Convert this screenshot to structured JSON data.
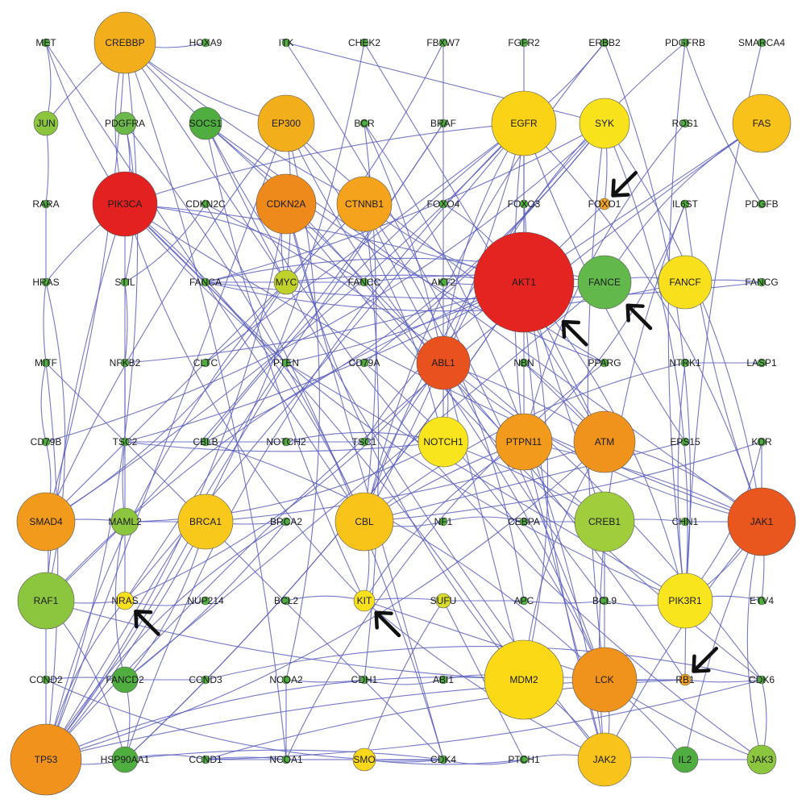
{
  "nodes": [
    {
      "id": "MET",
      "label": "MET",
      "color": "#4fae3f"
    },
    {
      "id": "CREBBP",
      "label": "CREBBP",
      "color": "#f3ae1c"
    },
    {
      "id": "HOXA9",
      "label": "HOXA9",
      "color": "#4fae3f"
    },
    {
      "id": "ITK",
      "label": "ITK",
      "color": "#4fae3f"
    },
    {
      "id": "CHEK2",
      "label": "CHEK2",
      "color": "#4fae3f"
    },
    {
      "id": "FBXW7",
      "label": "FBXW7",
      "color": "#4fae3f"
    },
    {
      "id": "FGFR2",
      "label": "FGFR2",
      "color": "#4fae3f"
    },
    {
      "id": "ERBB2",
      "label": "ERBB2",
      "color": "#4fae3f"
    },
    {
      "id": "PDGFRB",
      "label": "PDGFRB",
      "color": "#4fae3f"
    },
    {
      "id": "SMARCA4",
      "label": "SMARCA4",
      "color": "#4fae3f"
    },
    {
      "id": "JUN",
      "label": "JUN",
      "color": "#8cc63f"
    },
    {
      "id": "PDGFRA",
      "label": "PDGFRA",
      "color": "#6cb84a"
    },
    {
      "id": "SOCS1",
      "label": "SOCS1",
      "color": "#4fae3f"
    },
    {
      "id": "EP300",
      "label": "EP300",
      "color": "#f3ae1c"
    },
    {
      "id": "BCR",
      "label": "BCR",
      "color": "#4fae3f"
    },
    {
      "id": "BRAF",
      "label": "BRAF",
      "color": "#4fae3f"
    },
    {
      "id": "EGFR",
      "label": "EGFR",
      "color": "#fbd316"
    },
    {
      "id": "SYK",
      "label": "SYK",
      "color": "#f7e21c"
    },
    {
      "id": "ROS1",
      "label": "ROS1",
      "color": "#4fae3f"
    },
    {
      "id": "FAS",
      "label": "FAS",
      "color": "#f8c21a"
    },
    {
      "id": "RARA",
      "label": "RARA",
      "color": "#4fae3f"
    },
    {
      "id": "PIK3CA",
      "label": "PIK3CA",
      "color": "#e32120"
    },
    {
      "id": "CDKN2C",
      "label": "CDKN2C",
      "color": "#4fae3f"
    },
    {
      "id": "CDKN2A",
      "label": "CDKN2A",
      "color": "#ee8a1c"
    },
    {
      "id": "CTNNB1",
      "label": "CTNNB1",
      "color": "#f5a21c"
    },
    {
      "id": "FOXO4",
      "label": "FOXO4",
      "color": "#4fae3f"
    },
    {
      "id": "FOXO3",
      "label": "FOXO3",
      "color": "#4fae3f"
    },
    {
      "id": "FOXO1",
      "label": "FOXO1",
      "color": "#f2a51c"
    },
    {
      "id": "IL6ST",
      "label": "IL6ST",
      "color": "#4fae3f"
    },
    {
      "id": "PDGFB",
      "label": "PDGFB",
      "color": "#4fae3f"
    },
    {
      "id": "HRAS",
      "label": "HRAS",
      "color": "#4fae3f"
    },
    {
      "id": "STIL",
      "label": "STIL",
      "color": "#4fae3f"
    },
    {
      "id": "FANCA",
      "label": "FANCA",
      "color": "#4fae3f"
    },
    {
      "id": "MYC",
      "label": "MYC",
      "color": "#bfd22c"
    },
    {
      "id": "FANCC",
      "label": "FANCC",
      "color": "#4fae3f"
    },
    {
      "id": "AKT2",
      "label": "AKT2",
      "color": "#4fae3f"
    },
    {
      "id": "AKT1",
      "label": "AKT1",
      "color": "#e42421"
    },
    {
      "id": "FANCE",
      "label": "FANCE",
      "color": "#62b84a"
    },
    {
      "id": "FANCF",
      "label": "FANCF",
      "color": "#f8e01c"
    },
    {
      "id": "FANCG",
      "label": "FANCG",
      "color": "#4fae3f"
    },
    {
      "id": "MITF",
      "label": "MITF",
      "color": "#4fae3f"
    },
    {
      "id": "NFKB2",
      "label": "NFKB2",
      "color": "#4fae3f"
    },
    {
      "id": "CLTC",
      "label": "CLTC",
      "color": "#4fae3f"
    },
    {
      "id": "PTEN",
      "label": "PTEN",
      "color": "#4fae3f"
    },
    {
      "id": "CD79A",
      "label": "CD79A",
      "color": "#4fae3f"
    },
    {
      "id": "ABL1",
      "label": "ABL1",
      "color": "#e9521f"
    },
    {
      "id": "NBN",
      "label": "NBN",
      "color": "#4fae3f"
    },
    {
      "id": "PPARG",
      "label": "PPARG",
      "color": "#4fae3f"
    },
    {
      "id": "NTRK1",
      "label": "NTRK1",
      "color": "#4fae3f"
    },
    {
      "id": "LASP1",
      "label": "LASP1",
      "color": "#4fae3f"
    },
    {
      "id": "CD79B",
      "label": "CD79B",
      "color": "#4fae3f"
    },
    {
      "id": "TSC2",
      "label": "TSC2",
      "color": "#4fae3f"
    },
    {
      "id": "CBLB",
      "label": "CBLB",
      "color": "#4fae3f"
    },
    {
      "id": "NOTCH2",
      "label": "NOTCH2",
      "color": "#4fae3f"
    },
    {
      "id": "TSC1",
      "label": "TSC1",
      "color": "#4fae3f"
    },
    {
      "id": "NOTCH1",
      "label": "NOTCH1",
      "color": "#f9e51e"
    },
    {
      "id": "PTPN11",
      "label": "PTPN11",
      "color": "#f19a1c"
    },
    {
      "id": "ATM",
      "label": "ATM",
      "color": "#f0931c"
    },
    {
      "id": "EPS15",
      "label": "EPS15",
      "color": "#4fae3f"
    },
    {
      "id": "KDR",
      "label": "KDR",
      "color": "#4fae3f"
    },
    {
      "id": "SMAD4",
      "label": "SMAD4",
      "color": "#f19a1c"
    },
    {
      "id": "MAML2",
      "label": "MAML2",
      "color": "#8cc63f"
    },
    {
      "id": "BRCA1",
      "label": "BRCA1",
      "color": "#f8c81a"
    },
    {
      "id": "BRCA2",
      "label": "BRCA2",
      "color": "#4fae3f"
    },
    {
      "id": "CBL",
      "label": "CBL",
      "color": "#f8c41a"
    },
    {
      "id": "NF1",
      "label": "NF1",
      "color": "#4fae3f"
    },
    {
      "id": "CEBPA",
      "label": "CEBPA",
      "color": "#4fae3f"
    },
    {
      "id": "CREB1",
      "label": "CREB1",
      "color": "#9fcd3b"
    },
    {
      "id": "CHN1",
      "label": "CHN1",
      "color": "#4fae3f"
    },
    {
      "id": "JAK1",
      "label": "JAK1",
      "color": "#e9571f"
    },
    {
      "id": "RAF1",
      "label": "RAF1",
      "color": "#8cc63f"
    },
    {
      "id": "NRAS",
      "label": "NRAS",
      "color": "#f9e01c"
    },
    {
      "id": "NUP214",
      "label": "NUP214",
      "color": "#4fae3f"
    },
    {
      "id": "BCL2",
      "label": "BCL2",
      "color": "#4fae3f"
    },
    {
      "id": "KIT",
      "label": "KIT",
      "color": "#f9e01c"
    },
    {
      "id": "SUFU",
      "label": "SUFU",
      "color": "#d8dc2a"
    },
    {
      "id": "APC",
      "label": "APC",
      "color": "#4fae3f"
    },
    {
      "id": "BCL9",
      "label": "BCL9",
      "color": "#4fae3f"
    },
    {
      "id": "PIK3R1",
      "label": "PIK3R1",
      "color": "#f9e51e"
    },
    {
      "id": "ETV4",
      "label": "ETV4",
      "color": "#4fae3f"
    },
    {
      "id": "CCND2",
      "label": "CCND2",
      "color": "#4fae3f"
    },
    {
      "id": "FANCD2",
      "label": "FANCD2",
      "color": "#4fae3f"
    },
    {
      "id": "CCND3",
      "label": "CCND3",
      "color": "#4fae3f"
    },
    {
      "id": "NCOA2",
      "label": "NCOA2",
      "color": "#4fae3f"
    },
    {
      "id": "CDH1",
      "label": "CDH1",
      "color": "#4fae3f"
    },
    {
      "id": "ABI1",
      "label": "ABI1",
      "color": "#4fae3f"
    },
    {
      "id": "MDM2",
      "label": "MDM2",
      "color": "#fbd916"
    },
    {
      "id": "LCK",
      "label": "LCK",
      "color": "#f0931c"
    },
    {
      "id": "RB1",
      "label": "RB1",
      "color": "#f2a51c"
    },
    {
      "id": "CDK6",
      "label": "CDK6",
      "color": "#4fae3f"
    },
    {
      "id": "TP53",
      "label": "TP53",
      "color": "#f0921c"
    },
    {
      "id": "HSP90AA1",
      "label": "HSP90AA1",
      "color": "#4fae3f"
    },
    {
      "id": "CCND1",
      "label": "CCND1",
      "color": "#4fae3f"
    },
    {
      "id": "NCOA1",
      "label": "NCOA1",
      "color": "#4fae3f"
    },
    {
      "id": "SMO",
      "label": "SMO",
      "color": "#f9d81c"
    },
    {
      "id": "CDK4",
      "label": "CDK4",
      "color": "#4fae3f"
    },
    {
      "id": "PTCH1",
      "label": "PTCH1",
      "color": "#4fae3f"
    },
    {
      "id": "JAK2",
      "label": "JAK2",
      "color": "#f8c31a"
    },
    {
      "id": "IL2",
      "label": "IL2",
      "color": "#4fae3f"
    },
    {
      "id": "JAK3",
      "label": "JAK3",
      "color": "#8cc63f"
    }
  ],
  "edges": [
    [
      "MET",
      "JUN"
    ],
    [
      "JUN",
      "RARA"
    ],
    [
      "RARA",
      "HRAS"
    ],
    [
      "HRAS",
      "MITF"
    ],
    [
      "MITF",
      "CD79B"
    ],
    [
      "CD79B",
      "SMAD4"
    ],
    [
      "SMAD4",
      "RAF1"
    ],
    [
      "RAF1",
      "TP53"
    ],
    [
      "CREBBP",
      "JUN"
    ],
    [
      "CREBBP",
      "PIK3CA"
    ],
    [
      "CREBBP",
      "TP53"
    ],
    [
      "CREBBP",
      "SMAD4"
    ],
    [
      "CREBBP",
      "MYC"
    ],
    [
      "CREBBP",
      "CTNNB1"
    ],
    [
      "CREBBP",
      "EP300"
    ],
    [
      "PDGFRA",
      "STIL"
    ],
    [
      "STIL",
      "NFKB2"
    ],
    [
      "NFKB2",
      "TSC2"
    ],
    [
      "TSC2",
      "MAML2"
    ],
    [
      "MAML2",
      "FANCD2"
    ],
    [
      "FANCD2",
      "HSP90AA1"
    ],
    [
      "PIK3CA",
      "AKT1"
    ],
    [
      "PIK3CA",
      "PTEN"
    ],
    [
      "PIK3CA",
      "RAF1"
    ],
    [
      "PIK3CA",
      "KIT"
    ],
    [
      "PIK3CA",
      "CBL"
    ],
    [
      "PIK3CA",
      "EGFR"
    ],
    [
      "PIK3CA",
      "NRAS"
    ],
    [
      "PIK3CA",
      "JAK1"
    ],
    [
      "PIK3CA",
      "PIK3R1"
    ],
    [
      "PIK3CA",
      "FANCC"
    ],
    [
      "PIK3CA",
      "MDM2"
    ],
    [
      "EP300",
      "TP53"
    ],
    [
      "EP300",
      "SMAD4"
    ],
    [
      "EP300",
      "CREB1"
    ],
    [
      "EP300",
      "NOTCH1"
    ],
    [
      "EP300",
      "MYC"
    ],
    [
      "SOCS1",
      "JAK1"
    ],
    [
      "SOCS1",
      "JAK2"
    ],
    [
      "SOCS1",
      "JAK3"
    ],
    [
      "SOCS1",
      "LCK"
    ],
    [
      "EGFR",
      "CBL"
    ],
    [
      "EGFR",
      "AKT1"
    ],
    [
      "EGFR",
      "PTPN11"
    ],
    [
      "EGFR",
      "ABL1"
    ],
    [
      "EGFR",
      "JAK1"
    ],
    [
      "EGFR",
      "SMAD4"
    ],
    [
      "EGFR",
      "NRAS"
    ],
    [
      "SYK",
      "LCK"
    ],
    [
      "SYK",
      "CBL"
    ],
    [
      "SYK",
      "PIK3R1"
    ],
    [
      "SYK",
      "FANCA"
    ],
    [
      "FAS",
      "AKT1"
    ],
    [
      "FAS",
      "TP53"
    ],
    [
      "CDKN2A",
      "MDM2"
    ],
    [
      "CDKN2A",
      "TP53"
    ],
    [
      "CDKN2A",
      "RB1"
    ],
    [
      "CDKN2A",
      "CDK4"
    ],
    [
      "CDKN2A",
      "CDK6"
    ],
    [
      "CDKN2A",
      "MYC"
    ],
    [
      "CTNNB1",
      "APC"
    ],
    [
      "CTNNB1",
      "CDH1"
    ],
    [
      "CTNNB1",
      "SMAD4"
    ],
    [
      "CTNNB1",
      "BCL9"
    ],
    [
      "CTNNB1",
      "AKT1"
    ],
    [
      "FOXO4",
      "AKT1"
    ],
    [
      "FOXO3",
      "AKT1"
    ],
    [
      "FOXO1",
      "AKT1"
    ],
    [
      "AKT2",
      "AKT1"
    ],
    [
      "AKT1",
      "FANCE"
    ],
    [
      "AKT1",
      "MDM2"
    ],
    [
      "AKT1",
      "TSC2"
    ],
    [
      "AKT1",
      "ATM"
    ],
    [
      "AKT1",
      "JAK2"
    ],
    [
      "AKT1",
      "RAF1"
    ],
    [
      "AKT1",
      "PIK3R1"
    ],
    [
      "AKT1",
      "HSP90AA1"
    ],
    [
      "AKT1",
      "CREB1"
    ],
    [
      "AKT1",
      "MYC"
    ],
    [
      "AKT1",
      "TSC1"
    ],
    [
      "FANCE",
      "FANCF"
    ],
    [
      "FANCF",
      "FANCG"
    ],
    [
      "FANCE",
      "FANCD2"
    ],
    [
      "FANCE",
      "FANCC"
    ],
    [
      "ABL1",
      "CBL"
    ],
    [
      "ABL1",
      "NOTCH1"
    ],
    [
      "ABL1",
      "ATM"
    ],
    [
      "ABL1",
      "MDM2"
    ],
    [
      "ABL1",
      "BCR"
    ],
    [
      "ABL1",
      "JAK1"
    ],
    [
      "ABL1",
      "NRAS"
    ],
    [
      "PTPN11",
      "JAK1"
    ],
    [
      "PTPN11",
      "JAK2"
    ],
    [
      "PTPN11",
      "CBL"
    ],
    [
      "PTPN11",
      "KIT"
    ],
    [
      "ATM",
      "TP53"
    ],
    [
      "ATM",
      "BRCA1"
    ],
    [
      "ATM",
      "CHEK2"
    ],
    [
      "ATM",
      "NBN"
    ],
    [
      "ATM",
      "MDM2"
    ],
    [
      "ATM",
      "JAK1"
    ],
    [
      "SMAD4",
      "MAML2"
    ],
    [
      "MAML2",
      "BRCA1"
    ],
    [
      "BRCA1",
      "BRCA2"
    ],
    [
      "CBL",
      "NF1"
    ],
    [
      "NF1",
      "CEBPA"
    ],
    [
      "CREB1",
      "CHN1"
    ],
    [
      "CHN1",
      "JAK1"
    ],
    [
      "RAF1",
      "NRAS"
    ],
    [
      "NRAS",
      "NUP214"
    ],
    [
      "BCL2",
      "KIT"
    ],
    [
      "KIT",
      "SUFU"
    ],
    [
      "SUFU",
      "APC"
    ],
    [
      "APC",
      "BCL9"
    ],
    [
      "BCL9",
      "PIK3R1"
    ],
    [
      "PIK3R1",
      "ETV4"
    ],
    [
      "CCND2",
      "FANCD2"
    ],
    [
      "FANCD2",
      "CCND3"
    ],
    [
      "NCOA2",
      "CDH1"
    ],
    [
      "CDH1",
      "ABI1"
    ],
    [
      "ABI1",
      "MDM2"
    ],
    [
      "MDM2",
      "LCK"
    ],
    [
      "LCK",
      "RB1"
    ],
    [
      "RB1",
      "CDK6"
    ],
    [
      "TP53",
      "HSP90AA1"
    ],
    [
      "HSP90AA1",
      "CCND1"
    ],
    [
      "CCND1",
      "NCOA1"
    ],
    [
      "NCOA1",
      "SMO"
    ],
    [
      "SMO",
      "CDK4"
    ],
    [
      "CDK4",
      "PTCH1"
    ],
    [
      "PTCH1",
      "JAK2"
    ],
    [
      "JAK2",
      "IL2"
    ],
    [
      "IL2",
      "JAK3"
    ],
    [
      "JAK1",
      "JAK2"
    ],
    [
      "JAK1",
      "JAK3"
    ],
    [
      "JAK1",
      "PIK3R1"
    ],
    [
      "JAK1",
      "ETV4"
    ],
    [
      "JAK1",
      "KDR"
    ],
    [
      "JAK1",
      "IL2"
    ],
    [
      "JAK3",
      "CDK6"
    ],
    [
      "LCK",
      "JAK2"
    ],
    [
      "LCK",
      "IL2"
    ],
    [
      "LCK",
      "CREB1"
    ],
    [
      "LCK",
      "JAK3"
    ],
    [
      "MDM2",
      "TP53"
    ],
    [
      "MDM2",
      "JAK2"
    ],
    [
      "SMO",
      "SUFU"
    ],
    [
      "PTCH1",
      "SUFU"
    ],
    [
      "SMO",
      "PTCH1"
    ],
    [
      "NOTCH1",
      "NOTCH2"
    ],
    [
      "NOTCH1",
      "MAML2"
    ],
    [
      "NOTCH1",
      "CREB1"
    ],
    [
      "NOTCH1",
      "FBXW7"
    ],
    [
      "MYC",
      "FBXW7"
    ],
    [
      "MYC",
      "TP53"
    ],
    [
      "MYC",
      "SMAD4"
    ],
    [
      "TP53",
      "RB1"
    ],
    [
      "TP53",
      "PTEN"
    ],
    [
      "TP53",
      "BRCA1"
    ],
    [
      "TP53",
      "CHEK2"
    ],
    [
      "TP53",
      "NRAS"
    ],
    [
      "KIT",
      "SOCS1"
    ],
    [
      "KIT",
      "LCK"
    ],
    [
      "KIT",
      "JAK2"
    ],
    [
      "KIT",
      "CBL"
    ],
    [
      "HRAS",
      "RAF1"
    ],
    [
      "HRAS",
      "PIK3CA"
    ],
    [
      "NRAS",
      "BRAF"
    ],
    [
      "RAF1",
      "BRAF"
    ],
    [
      "ERBB2",
      "CBL"
    ],
    [
      "ERBB2",
      "PIK3R1"
    ],
    [
      "ERBB2",
      "EGFR"
    ],
    [
      "FGFR2",
      "PTPN11"
    ],
    [
      "PDGFRB",
      "PIK3R1"
    ],
    [
      "PDGFRB",
      "ABL1"
    ],
    [
      "PDGFRA",
      "PIK3CA"
    ],
    [
      "PDGFRA",
      "CBL"
    ],
    [
      "MET",
      "CBL"
    ],
    [
      "MET",
      "PIK3CA"
    ],
    [
      "CBLB",
      "SYK"
    ],
    [
      "CBLB",
      "LCK"
    ],
    [
      "CBLB",
      "EGFR"
    ],
    [
      "CLTC",
      "EGFR"
    ],
    [
      "CD79A",
      "SYK"
    ],
    [
      "CD79B",
      "SYK"
    ],
    [
      "CD79A",
      "LCK"
    ],
    [
      "EPS15",
      "EGFR"
    ],
    [
      "EPS15",
      "CBL"
    ],
    [
      "NTRK1",
      "PIK3R1"
    ],
    [
      "NTRK1",
      "CBL"
    ],
    [
      "KDR",
      "PIK3R1"
    ],
    [
      "KDR",
      "CBL"
    ],
    [
      "LASP1",
      "NTRK1"
    ],
    [
      "IL6ST",
      "JAK1"
    ],
    [
      "IL6ST",
      "JAK2"
    ],
    [
      "IL6ST",
      "PTPN11"
    ],
    [
      "PDGFB",
      "PDGFRB"
    ],
    [
      "CCND1",
      "CDK4"
    ],
    [
      "CCND1",
      "CDK6"
    ],
    [
      "CCND2",
      "CDK4"
    ],
    [
      "CCND3",
      "CDK6"
    ],
    [
      "CCND1",
      "RB1"
    ],
    [
      "NCOA1",
      "NCOA2"
    ],
    [
      "NCOA1",
      "CREBBP"
    ],
    [
      "NCOA2",
      "EP300"
    ],
    [
      "HOXA9",
      "CREBBP"
    ],
    [
      "ITK",
      "LCK"
    ],
    [
      "ITK",
      "SYK"
    ],
    [
      "SMARCA4",
      "RB1"
    ],
    [
      "ROS1",
      "PTPN11"
    ],
    [
      "BCR",
      "JAK2"
    ],
    [
      "BCR",
      "CBL"
    ],
    [
      "FANCA",
      "FANCC"
    ],
    [
      "FANCA",
      "FANCG"
    ],
    [
      "FANCA",
      "FANCF"
    ],
    [
      "FANCA",
      "FANCE"
    ],
    [
      "MITF",
      "TP53"
    ],
    [
      "MITF",
      "CDK4"
    ],
    [
      "NFKB2",
      "AKT1"
    ],
    [
      "STIL",
      "CDKN2C"
    ],
    [
      "CDKN2C",
      "CDK6"
    ],
    [
      "CDKN2C",
      "CDK4"
    ],
    [
      "TSC1",
      "TSC2"
    ],
    [
      "TSC2",
      "NOTCH1"
    ],
    [
      "PPARG",
      "NCOA1"
    ],
    [
      "PPARG",
      "CREBBP"
    ],
    [
      "PPARG",
      "EP300"
    ],
    [
      "CEBPA",
      "CREB1"
    ],
    [
      "RAF1",
      "MDM2"
    ],
    [
      "BRCA2",
      "TP53"
    ],
    [
      "BRCA1",
      "FANCD2"
    ],
    [
      "BRCA2",
      "FANCD2"
    ],
    [
      "NBN",
      "ATM"
    ],
    [
      "HSP90AA1",
      "AKT1"
    ],
    [
      "HSP90AA1",
      "RAF1"
    ],
    [
      "HSP90AA1",
      "EGFR"
    ],
    [
      "HSP90AA1",
      "CDK4"
    ],
    [
      "PTEN",
      "PIK3R1"
    ],
    [
      "PTEN",
      "AKT1"
    ],
    [
      "FAS",
      "FANCE"
    ],
    [
      "SYK",
      "JAK1"
    ],
    [
      "SYK",
      "FOXO1"
    ]
  ],
  "highlight_arrows": [
    {
      "target": "FOXO1"
    },
    {
      "target": "FANCE"
    },
    {
      "target": "AKT1"
    },
    {
      "target": "NRAS"
    },
    {
      "target": "KIT"
    },
    {
      "target": "RB1"
    }
  ]
}
